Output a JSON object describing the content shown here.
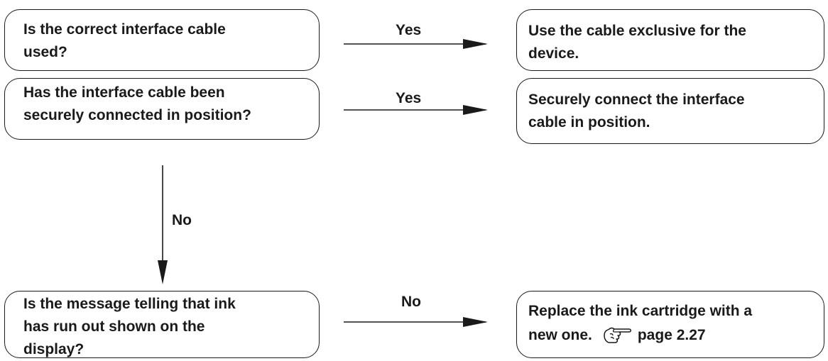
{
  "flowchart": {
    "q1": {
      "text": "Is the correct interface cable\nused?"
    },
    "a1": {
      "text": "Use the cable exclusive for the\ndevice."
    },
    "q2": {
      "text": "Has the interface cable been\nsecurely connected in position?"
    },
    "a2": {
      "text": "Securely connect the interface\ncable in position."
    },
    "q3": {
      "text": "Is the message telling that ink\nhas run out shown on the\ndisplay?"
    },
    "a3": {
      "line1": "Replace the ink cartridge with a",
      "line2": "new one.",
      "ref_icon": "hand-pointer-icon",
      "ref_text": "page 2.27"
    },
    "labels": {
      "yes1": "Yes",
      "yes2": "Yes",
      "no_down": "No",
      "no_right": "No"
    }
  }
}
